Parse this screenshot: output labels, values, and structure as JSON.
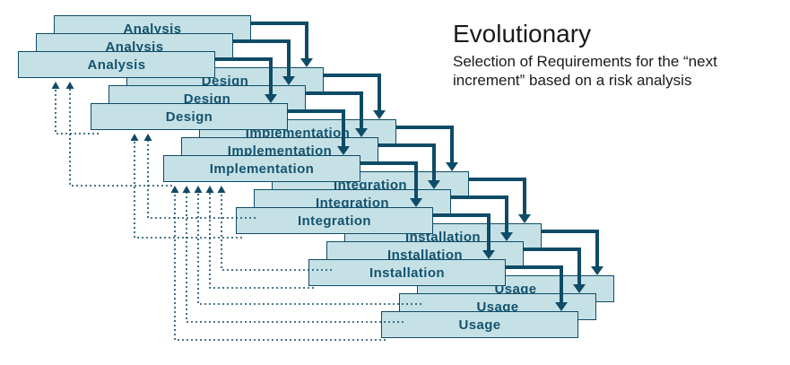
{
  "title": "Evolutionary",
  "subtitle": "Selection of Requirements for the “next increment” based on a risk analysis",
  "stages": [
    {
      "label": "Analysis"
    },
    {
      "label": "Design"
    },
    {
      "label": "Implementation"
    },
    {
      "label": "Integration"
    },
    {
      "label": "Installation"
    },
    {
      "label": "Usage"
    }
  ],
  "increments": 3,
  "colors": {
    "box_fill": "#c6e1e6",
    "box_border": "#0e4b66",
    "box_text": "#14536e",
    "arrow": "#0e4b66",
    "feedback_arrow": "#0e4b66",
    "title_text": "#1a1a1a"
  }
}
